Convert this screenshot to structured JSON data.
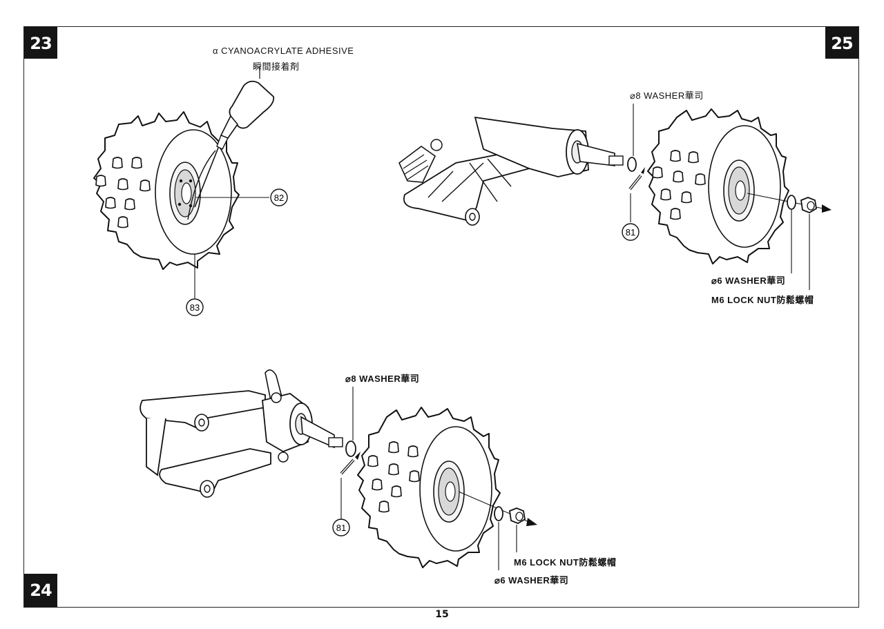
{
  "page_number": "15",
  "steps": {
    "step_23": "23",
    "step_24": "24",
    "step_25": "25"
  },
  "step23": {
    "adhesive_label_en": "CYANOACRYLATE ADHESIVE",
    "adhesive_symbol": "α",
    "adhesive_label_jp": "瞬間接着剤",
    "callout_rim": "82",
    "callout_tire": "83"
  },
  "step25": {
    "washer8_label": "⌀8 WASHER華司",
    "callout_pin": "81",
    "washer6_label": "⌀6 WASHER華司",
    "locknut_label": "M6 LOCK NUT防鬆螺帽"
  },
  "step24": {
    "washer8_label": "⌀8 WASHER華司",
    "callout_pin": "81",
    "locknut_label": "M6 LOCK NUT防鬆螺帽",
    "washer6_label": "⌀6 WASHER華司"
  }
}
